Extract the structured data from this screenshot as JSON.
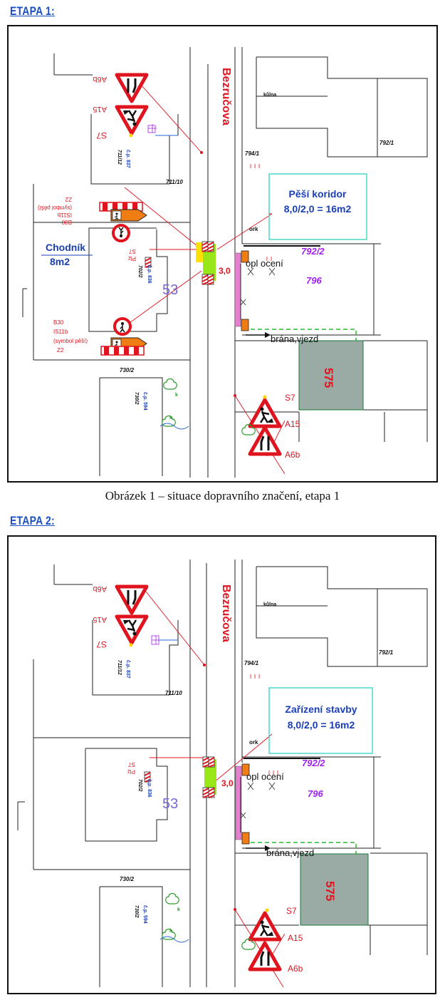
{
  "colors": {
    "title_blue": "#1a4fc4",
    "sign_red": "#e0141e",
    "label_red": "#e0141e",
    "zone_green": "#99e619",
    "zone_pink": "#e57fcf",
    "building_gray": "#9aaaa4",
    "box_cyan": "#4ad8c8",
    "parcel_purple": "#a020f0",
    "orange": "#f07d14"
  },
  "stage1": {
    "title": "ETAPA 1:",
    "caption": "Obrázek 1 – situace dopravního značení, etapa 1",
    "street": "Bezručova",
    "box_line1": "Pěší koridor",
    "box_line2": "8,0/2,0 = 16m2",
    "sidewalk_line1": "Chodník",
    "sidewalk_line2": "8m2",
    "house_number": "53",
    "dimension": "3,0",
    "fence_label": "opl ocení",
    "gate_label": "brána,vjezd",
    "building_575": "575",
    "parcel_796": "796",
    "parcel_792_2": "792/2",
    "parcel_792_1": "792/1",
    "parcel_794_1": "794/1",
    "parcel_711_10": "711/10",
    "parcel_730_2": "730/2",
    "kolna": "kůlna",
    "ork": "ork",
    "sign_s7_right": "S7",
    "sign_a15_right": "A15",
    "sign_a6b_right": "A6b",
    "sign_s7_left": "S7",
    "sign_a15_left": "A15",
    "sign_a6b_left": "A6b",
    "plz": "Plz",
    "s7_small": "S7",
    "z2_top": "Z2",
    "symbol_top": "(symbol pěší)",
    "is11b_top": "IS11b",
    "b30_top": "B30",
    "b30_bottom": "B30",
    "is11b_bottom": "IS11b",
    "symbol_bottom": "(symbol pěší)",
    "z2_bottom": "Z2",
    "cp837": "č.p. 837",
    "cp837_sub": "711/12",
    "cp836": "č.p. 836",
    "cp836_sub": "702/2",
    "cp594": "č.p. 594",
    "cp594_sub": "730/2",
    "k1": "k",
    "k2": "k"
  },
  "stage2": {
    "title": "ETAPA 2:",
    "street": "Bezručova",
    "box_line1": "Zařízení stavby",
    "box_line2": "8,0/2,0 = 16m2",
    "house_number": "53",
    "dimension": "3,0",
    "fence_label": "opl ocení",
    "gate_label": "brána,vjezd",
    "building_575": "575",
    "parcel_796": "796",
    "parcel_792_2": "792/2",
    "parcel_792_1": "792/1",
    "parcel_794_1": "794/1",
    "parcel_711_10": "711/10",
    "parcel_730_2": "730/2",
    "kolna": "kůlna",
    "ork": "ork",
    "sign_s7_right": "S7",
    "sign_a15_right": "A15",
    "sign_a6b_right": "A6b",
    "sign_s7_left": "S7",
    "sign_a15_left": "A15",
    "sign_a6b_left": "A6b",
    "plz": "Plz",
    "s7_small": "S7",
    "cp837": "č.p. 837",
    "cp837_sub": "711/12",
    "cp836": "č.p. 836",
    "cp836_sub": "702/2",
    "cp594": "č.p. 594",
    "cp594_sub": "730/2",
    "k1": "k",
    "k2": "k"
  }
}
